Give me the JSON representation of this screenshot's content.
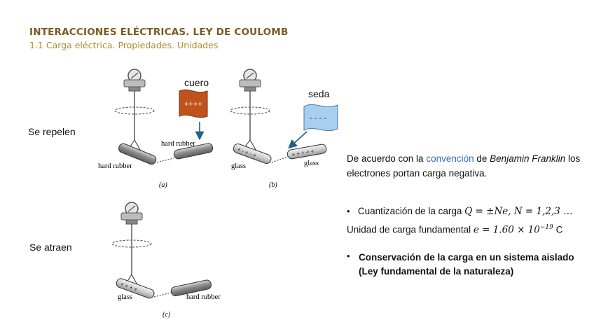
{
  "header": {
    "title": "INTERACCIONES ELÉCTRICAS. LEY DE COULOMB",
    "subtitle": "1.1 Carga eléctrica. Propiedades. Unidades"
  },
  "figure": {
    "label_repel": "Se repelen",
    "label_attract": "Se atraen",
    "cuero": "cuero",
    "seda": "seda",
    "cuero_charges": "++++",
    "seda_charges": "- - - -",
    "panel_a": {
      "caption": "(a)",
      "hanging_rod": "hard rubber",
      "held_rod": "hard rubber"
    },
    "panel_b": {
      "caption": "(b)",
      "hanging_rod": "glass",
      "held_rod": "glass"
    },
    "panel_c": {
      "caption": "(c)",
      "hanging_rod": "glass",
      "held_rod": "hard rubber"
    }
  },
  "text": {
    "franklin_pre": "De acuerdo con la ",
    "franklin_link": "convención",
    "franklin_mid": " de ",
    "franklin_name": "Benjamin Franklin",
    "franklin_post": "  los electrones portan carga negativa.",
    "bullet_dot": "•",
    "cuantizacion_label": "Cuantización de la carga ",
    "cuantizacion_formula": "Q = ±Ne,  N = 1,2,3 …",
    "unidad_label": "Unidad de carga fundamental ",
    "unidad_formula": "e = 1.60 × 10",
    "unidad_exp": "−19",
    "unidad_unit": " C",
    "conservacion": "Conservación de la carga en un sistema aislado (Ley fundamental de la naturaleza)"
  },
  "colors": {
    "title": "#7a5a1f",
    "subtitle": "#b08a2e",
    "link": "#2f6fbf",
    "leather": "#c0521c",
    "silk": "#a9cfee",
    "arrow": "#1f5f8b"
  }
}
